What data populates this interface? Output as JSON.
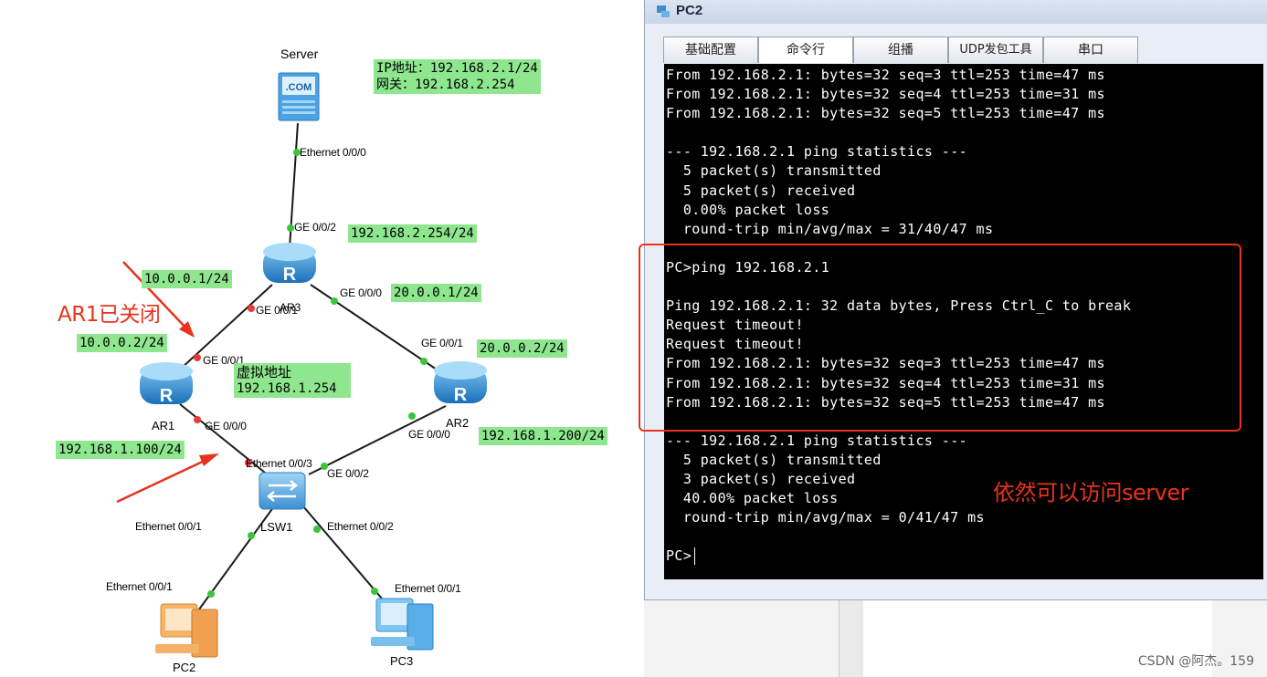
{
  "topology": {
    "devices": {
      "server": "Server",
      "server_logo": ".COM",
      "ar1": "AR1",
      "ar2": "AR2",
      "ar3": "AR3",
      "lsw1": "LSW1",
      "pc2": "PC2",
      "pc3": "PC3"
    },
    "ports": {
      "server_eth": "Ethernet 0/0/0",
      "ar3_ge002": "GE 0/0/2",
      "ar3_ge000": "GE 0/0/0",
      "ar3_ge001": "GE 0/0/1",
      "ar1_ge001": "GE 0/0/1",
      "ar1_ge000": "GE 0/0/0",
      "ar2_ge001": "GE 0/0/1",
      "ar2_ge000": "GE 0/0/0",
      "lsw_eth003": "Ethernet 0/0/3",
      "lsw_ge002": "GE 0/0/2",
      "lsw_eth001": "Ethernet 0/0/1",
      "lsw_eth002": "Ethernet 0/0/2",
      "pc2_eth": "Ethernet 0/0/1",
      "pc3_eth": "Ethernet 0/0/1"
    },
    "notes": {
      "server_ip": "IP地址：192.168.2.1/24",
      "server_gw": "网关：192.168.2.254",
      "ar3_up": "192.168.2.254/24",
      "ar3_left": "10.0.0.1/24",
      "ar3_right": "20.0.0.1/24",
      "ar1_up": "10.0.0.2/24",
      "ar2_up": "20.0.0.2/24",
      "vip_title": "虚拟地址",
      "vip_ip": "192.168.1.254",
      "ar1_down": "192.168.1.100/24",
      "ar2_down": "192.168.1.200/24"
    },
    "annotation_ar1": "AR1已关闭",
    "link_colors": {
      "link": "#1a1a1a",
      "up_port": "#3cc43c",
      "down_port": "#e83a3a"
    }
  },
  "window": {
    "title": "PC2",
    "tabs": [
      "基础配置",
      "命令行",
      "组播",
      "UDP发包工具",
      "串口"
    ],
    "terminal_lines": [
      "From 192.168.2.1: bytes=32 seq=3 ttl=253 time=47 ms",
      "From 192.168.2.1: bytes=32 seq=4 ttl=253 time=31 ms",
      "From 192.168.2.1: bytes=32 seq=5 ttl=253 time=47 ms",
      "",
      "--- 192.168.2.1 ping statistics ---",
      "  5 packet(s) transmitted",
      "  5 packet(s) received",
      "  0.00% packet loss",
      "  round-trip min/avg/max = 31/40/47 ms",
      "",
      "PC>ping 192.168.2.1",
      "",
      "Ping 192.168.2.1: 32 data bytes, Press Ctrl_C to break",
      "Request timeout!",
      "Request timeout!",
      "From 192.168.2.1: bytes=32 seq=3 ttl=253 time=47 ms",
      "From 192.168.2.1: bytes=32 seq=4 ttl=253 time=31 ms",
      "From 192.168.2.1: bytes=32 seq=5 ttl=253 time=47 ms",
      "",
      "--- 192.168.2.1 ping statistics ---",
      "  5 packet(s) transmitted",
      "  3 packet(s) received",
      "  40.00% packet loss",
      "  round-trip min/avg/max = 0/41/47 ms",
      "",
      "PC>"
    ],
    "annotation": "依然可以访问server"
  },
  "watermark": "CSDN @阿杰。159",
  "colors": {
    "highlight": "#e8321e",
    "note_bg": "#8ee68e",
    "terminal_bg": "#000000"
  }
}
